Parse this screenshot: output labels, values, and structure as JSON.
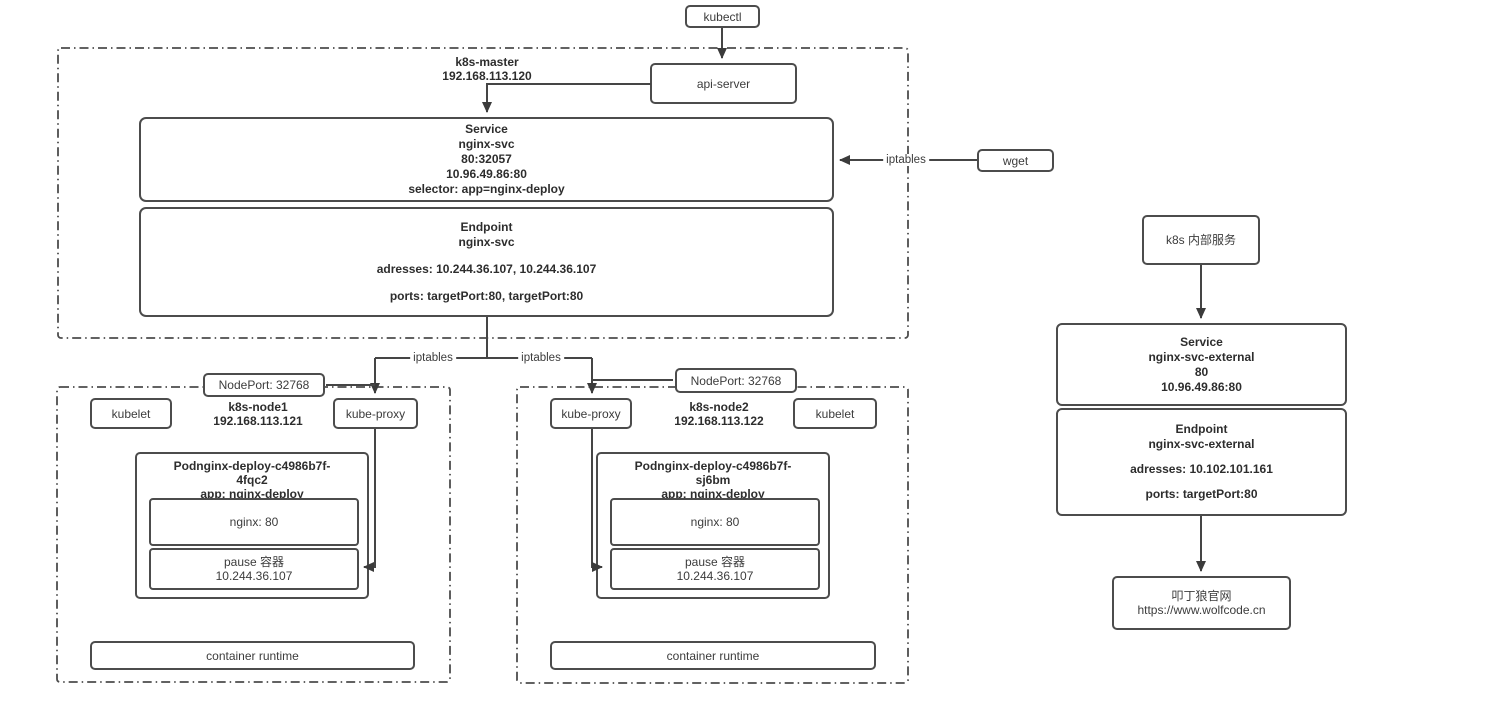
{
  "colors": {
    "border": "#4c4c4c",
    "line": "#3b3b3b",
    "text": "#3c3c3c",
    "background": "#ffffff"
  },
  "top": {
    "kubectl": "kubectl",
    "api_server": "api-server",
    "wget": "wget"
  },
  "labels": {
    "iptables": "iptables"
  },
  "master": {
    "name": "k8s-master",
    "ip": "192.168.113.120",
    "service": {
      "title": "Service",
      "name": "nginx-svc",
      "port": "80:32057",
      "cluster_ip": "10.96.49.86:80",
      "selector": "selector: app=nginx-deploy"
    },
    "endpoint": {
      "title": "Endpoint",
      "name": "nginx-svc",
      "addresses": "adresses: 10.244.36.107, 10.244.36.107",
      "ports": "ports: targetPort:80, targetPort:80"
    }
  },
  "node1": {
    "name": "k8s-node1",
    "ip": "192.168.113.121",
    "nodeport": "NodePort: 32768",
    "kubelet": "kubelet",
    "kube_proxy": "kube-proxy",
    "pod": {
      "title_line1": "Podnginx-deploy-c4986b7f-",
      "title_line2": "4fqc2",
      "app": "app: nginx-deploy",
      "nginx": "nginx: 80",
      "pause_line1": "pause 容器",
      "pause_line2": "10.244.36.107"
    },
    "container_runtime": "container runtime"
  },
  "node2": {
    "name": "k8s-node2",
    "ip": "192.168.113.122",
    "nodeport": "NodePort: 32768",
    "kubelet": "kubelet",
    "kube_proxy": "kube-proxy",
    "pod": {
      "title_line1": "Podnginx-deploy-c4986b7f-",
      "title_line2": "sj6bm",
      "app": "app: nginx-deploy",
      "nginx": "nginx: 80",
      "pause_line1": "pause 容器",
      "pause_line2": "10.244.36.107"
    },
    "container_runtime": "container runtime"
  },
  "external": {
    "internal_service": "k8s 内部服务",
    "service": {
      "title": "Service",
      "name": "nginx-svc-external",
      "port": "80",
      "cluster_ip": "10.96.49.86:80"
    },
    "endpoint": {
      "title": "Endpoint",
      "name": "nginx-svc-external",
      "addresses": "adresses: 10.102.101.161",
      "ports": "ports: targetPort:80"
    },
    "website": {
      "line1": "叩丁狼官网",
      "line2": "https://www.wolfcode.cn"
    }
  }
}
